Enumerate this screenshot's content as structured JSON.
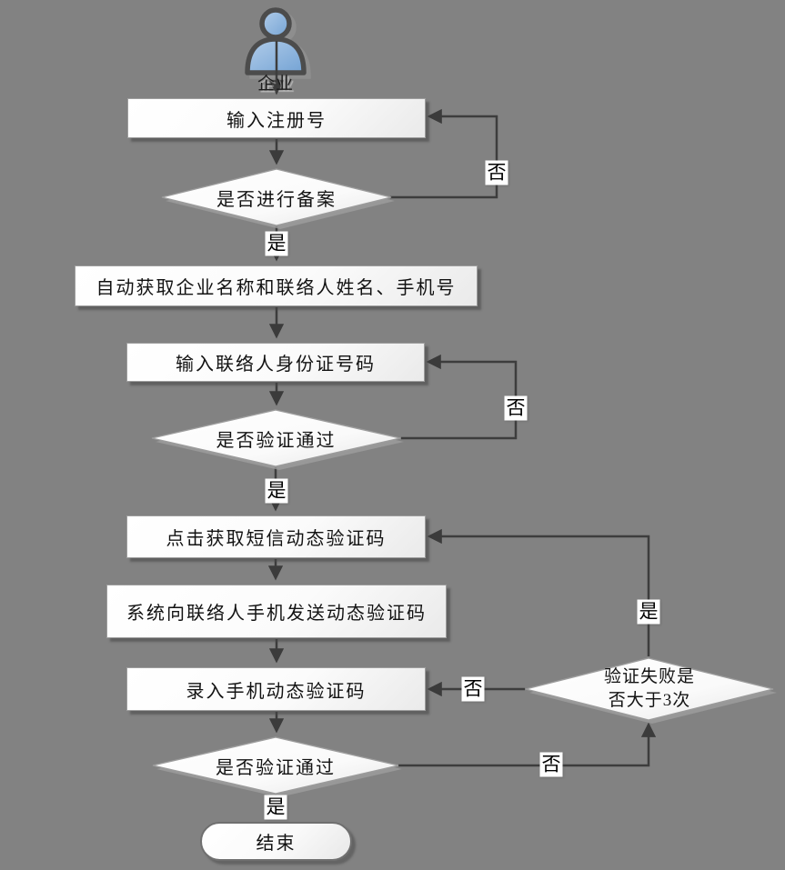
{
  "colors": {
    "background": "#828282",
    "line": "#3d3d3d",
    "shape_fill_top": "#ffffff",
    "shape_fill_bottom": "#eaeaea",
    "shape_border": "#9d9d9d",
    "actor_blue": "#8db4dc",
    "actor_outline": "#4c4c4c"
  },
  "actor": {
    "label": "企业",
    "icon": "person-icon"
  },
  "nodes": {
    "enter_reg": {
      "label": "输入注册号"
    },
    "check_filed": {
      "label": "是否进行备案"
    },
    "auto_fetch": {
      "label": "自动获取企业名称和联络人姓名、手机号"
    },
    "enter_id": {
      "label": "输入联络人身份证号码"
    },
    "verify_id": {
      "label": "是否验证通过"
    },
    "click_sms": {
      "label": "点击获取短信动态验证码"
    },
    "send_sms": {
      "label": "系统向联络人手机发送动态验证码"
    },
    "enter_sms": {
      "label": "录入手机动态验证码"
    },
    "fail_count": {
      "line1": "验证失败是",
      "line2": "否大于3次"
    },
    "verify_sms": {
      "label": "是否验证通过"
    },
    "end": {
      "label": "结束"
    }
  },
  "edge_labels": {
    "filed_no": "否",
    "filed_yes": "是",
    "id_no": "否",
    "id_yes": "是",
    "fail_yes": "是",
    "fail_no": "否",
    "sms_no": "否",
    "sms_yes": "是"
  }
}
